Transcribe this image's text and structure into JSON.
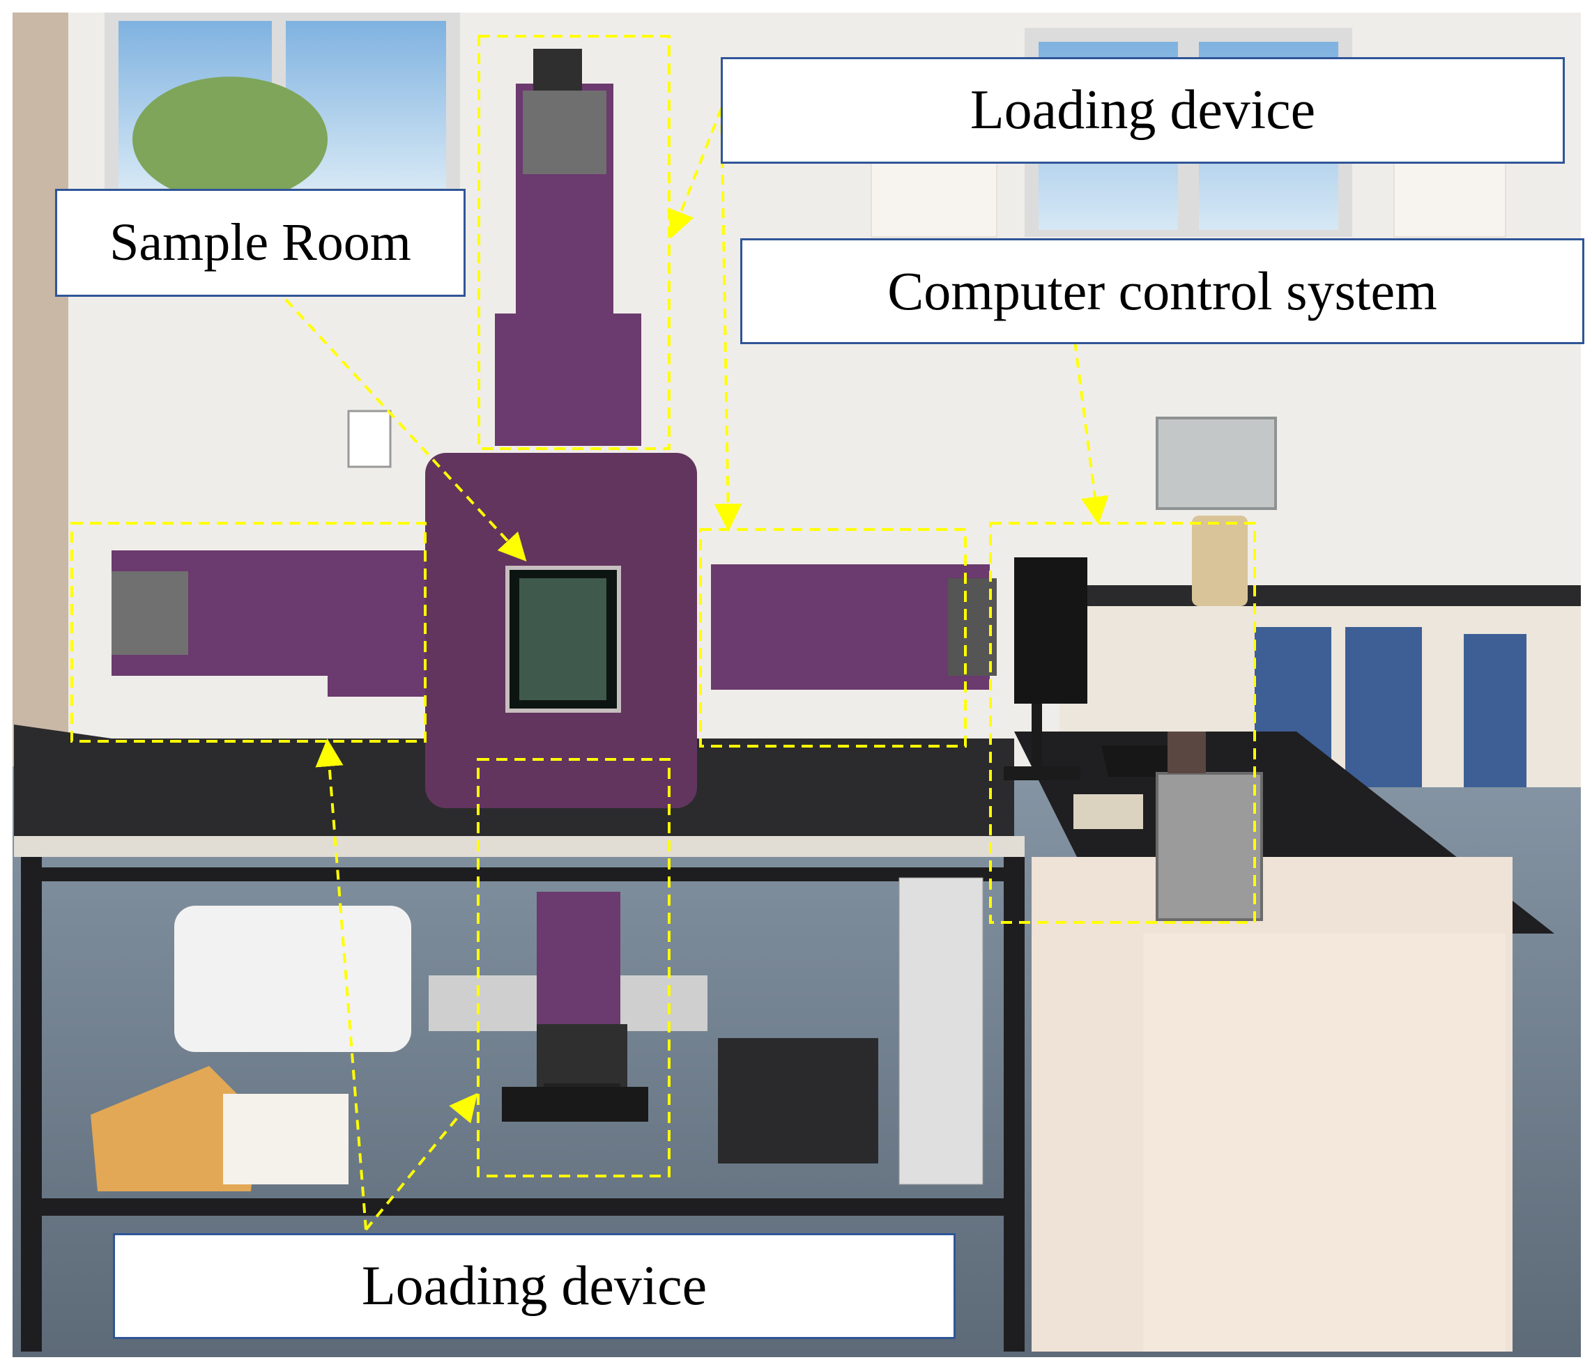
{
  "labels": {
    "loading_device_top": "Loading device",
    "sample_room": "Sample Room",
    "computer_control_system": "Computer control system",
    "loading_device_bottom": "Loading device"
  },
  "colors": {
    "callout_border": "#2f5597",
    "highlight_dashes": "#ffff00",
    "device_body": "#6b3a6e",
    "wall": "#efede9",
    "floor": "#6c7c8c",
    "bench_top": "#2b2b2d",
    "cabinet_blue": "#3d5f95"
  },
  "icons": {
    "dashed_arrow": "dashed-yellow-arrow",
    "dashed_box": "dashed-yellow-rectangle"
  }
}
